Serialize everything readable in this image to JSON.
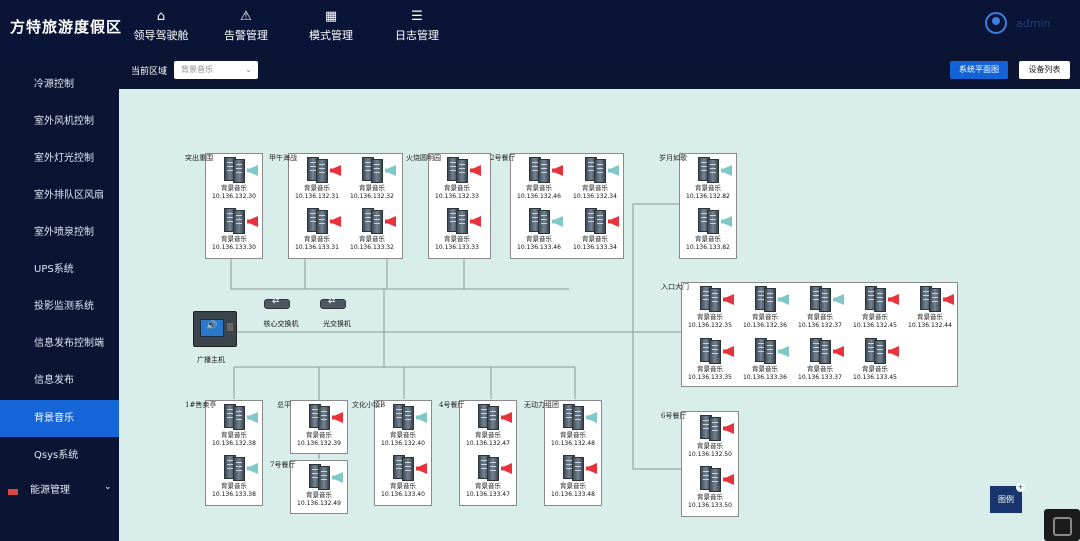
{
  "header": {
    "title": "方特旅游度假区",
    "nav": [
      {
        "label": "领导驾驶舱",
        "icon": "dashboard-icon",
        "glyph": "⌂"
      },
      {
        "label": "告警管理",
        "icon": "warning-icon",
        "glyph": "⚠"
      },
      {
        "label": "模式管理",
        "icon": "mode-icon",
        "glyph": "▦"
      },
      {
        "label": "日志管理",
        "icon": "log-icon",
        "glyph": "☰"
      }
    ],
    "user": "admin"
  },
  "sidebar": {
    "items": [
      "冷源控制",
      "室外风机控制",
      "室外灯光控制",
      "室外排队区风扇",
      "室外喷泉控制",
      "UPS系统",
      "投影监测系统",
      "信息发布控制端",
      "信息发布",
      "背景音乐",
      "Qsys系统"
    ],
    "active": "背景音乐",
    "last_label": "能源管理"
  },
  "filter": {
    "area_label": "当前区域",
    "area_value": "背景音乐",
    "plan_button": "系统平面图",
    "list_button": "设备列表"
  },
  "legend_label": "图例",
  "broadcaster_label": "广播主机",
  "switches": [
    "核心交换机",
    "光交换机"
  ],
  "colors": {
    "accent": "#1565d8",
    "speaker_on": "#7ec8c8",
    "speaker_alarm": "#e8323c",
    "canvas_bg": "#d9eeea"
  },
  "zones": [
    {
      "label": "突出重围",
      "devices": [
        {
          "name": "背景音乐",
          "ip": "10.136.132.30",
          "status": "on"
        },
        {
          "name": "背景音乐",
          "ip": "10.136.133.30",
          "status": "alarm"
        }
      ]
    },
    {
      "label": "甲午海战",
      "devices": [
        {
          "name": "背景音乐",
          "ip": "10.136.132.31",
          "status": "alarm"
        },
        {
          "name": "背景音乐",
          "ip": "10.136.132.32",
          "status": "on"
        },
        {
          "name": "背景音乐",
          "ip": "10.136.133.31",
          "status": "alarm"
        },
        {
          "name": "背景音乐",
          "ip": "10.136.133.32",
          "status": "alarm"
        }
      ]
    },
    {
      "label": "火烧圆明园",
      "devices": [
        {
          "name": "背景音乐",
          "ip": "10.136.132.33",
          "status": "alarm"
        },
        {
          "name": "背景音乐",
          "ip": "10.136.133.33",
          "status": "alarm"
        }
      ]
    },
    {
      "label": "2号餐厅",
      "devices": [
        {
          "name": "背景音乐",
          "ip": "10.136.132.46",
          "status": "alarm"
        },
        {
          "name": "背景音乐",
          "ip": "10.136.132.34",
          "status": "on"
        },
        {
          "name": "背景音乐",
          "ip": "10.136.133.46",
          "status": "on"
        },
        {
          "name": "背景音乐",
          "ip": "10.136.133.34",
          "status": "alarm"
        }
      ]
    },
    {
      "label": "岁月如歌",
      "devices": [
        {
          "name": "背景音乐",
          "ip": "10.136.132.82",
          "status": "on"
        },
        {
          "name": "背景音乐",
          "ip": "10.136.133.82",
          "status": "on"
        }
      ]
    },
    {
      "label": "入口大门",
      "devices": [
        {
          "name": "背景音乐",
          "ip": "10.136.132.35",
          "status": "alarm"
        },
        {
          "name": "背景音乐",
          "ip": "10.136.132.36",
          "status": "on"
        },
        {
          "name": "背景音乐",
          "ip": "10.136.132.37",
          "status": "on"
        },
        {
          "name": "背景音乐",
          "ip": "10.136.132.45",
          "status": "alarm"
        },
        {
          "name": "背景音乐",
          "ip": "10.136.132.44",
          "status": "alarm"
        },
        {
          "name": "背景音乐",
          "ip": "10.136.133.35",
          "status": "alarm"
        },
        {
          "name": "背景音乐",
          "ip": "10.136.133.36",
          "status": "on"
        },
        {
          "name": "背景音乐",
          "ip": "10.136.133.37",
          "status": "alarm"
        },
        {
          "name": "背景音乐",
          "ip": "10.136.133.45",
          "status": "alarm"
        }
      ]
    },
    {
      "label": "1#售卖亭",
      "devices": [
        {
          "name": "背景音乐",
          "ip": "10.136.132.38",
          "status": "on"
        },
        {
          "name": "背景音乐",
          "ip": "10.136.133.38",
          "status": "on"
        }
      ]
    },
    {
      "label": "总平",
      "devices": [
        {
          "name": "背景音乐",
          "ip": "10.136.132.39",
          "status": "alarm"
        }
      ]
    },
    {
      "label": "7号餐厅",
      "devices": [
        {
          "name": "背景音乐",
          "ip": "10.136.132.49",
          "status": "on"
        }
      ]
    },
    {
      "label": "文化小镇B",
      "devices": [
        {
          "name": "背景音乐",
          "ip": "10.136.132.40",
          "status": "on"
        },
        {
          "name": "背景音乐",
          "ip": "10.136.133.40",
          "status": "alarm"
        }
      ]
    },
    {
      "label": "4号餐厅",
      "devices": [
        {
          "name": "背景音乐",
          "ip": "10.136.132.47",
          "status": "alarm"
        },
        {
          "name": "背景音乐",
          "ip": "10.136.133.47",
          "status": "alarm"
        }
      ]
    },
    {
      "label": "无动力组团",
      "devices": [
        {
          "name": "背景音乐",
          "ip": "10.136.132.48",
          "status": "on"
        },
        {
          "name": "背景音乐",
          "ip": "10.136.133.48",
          "status": "alarm"
        }
      ]
    },
    {
      "label": "6号餐厅",
      "devices": [
        {
          "name": "背景音乐",
          "ip": "10.136.132.50",
          "status": "alarm"
        },
        {
          "name": "背景音乐",
          "ip": "10.136.133.50",
          "status": "alarm"
        }
      ]
    }
  ]
}
